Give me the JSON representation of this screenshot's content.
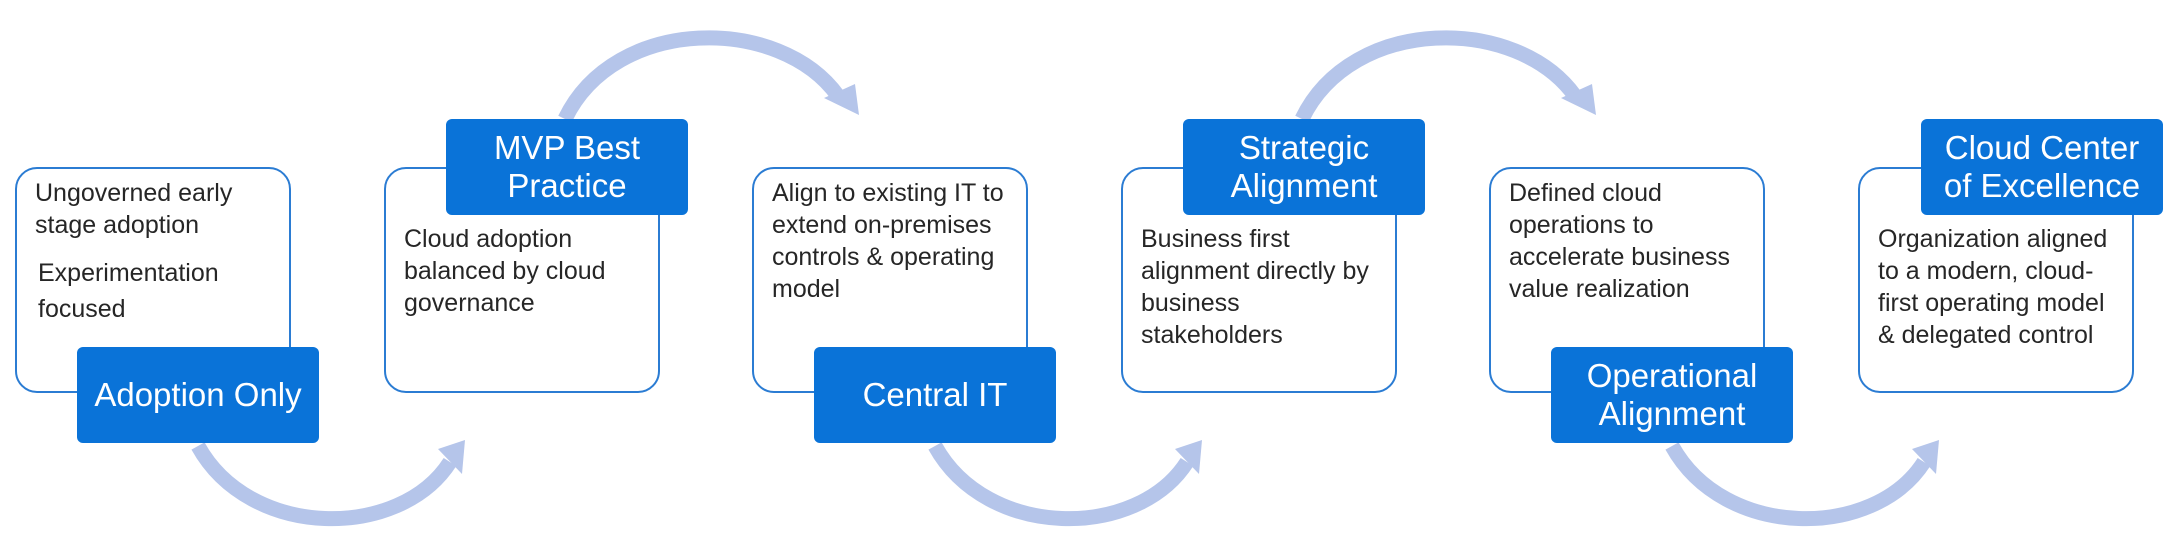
{
  "stages": [
    {
      "label": "Adoption Only",
      "description": "Ungoverned early stage adoption",
      "note": "Experimentation focused"
    },
    {
      "label": "MVP Best Practice",
      "description": "Cloud adoption balanced by cloud governance"
    },
    {
      "label": "Central IT",
      "description": "Align to existing IT to extend on-premises controls & operating model"
    },
    {
      "label": "Strategic Alignment",
      "description": "Business first alignment directly by business stakeholders"
    },
    {
      "label": "Operational Alignment",
      "description": "Defined cloud operations to accelerate business value realization"
    },
    {
      "label": "Cloud Center of Excellence",
      "description": "Organization aligned to a modern, cloud-first operating model & delegated control"
    }
  ],
  "colors": {
    "label_fill": "#0a73d8",
    "card_border": "#2b7cd3",
    "arrow": "#b5c5ea",
    "text": "#262626"
  },
  "icons": {
    "connector": "curved-arrow-icon"
  }
}
